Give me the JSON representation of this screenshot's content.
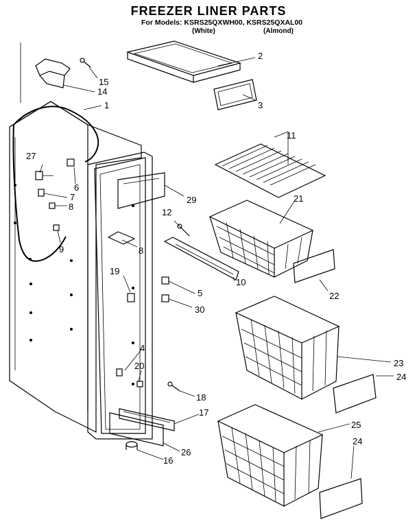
{
  "header": {
    "title": "FREEZER LINER PARTS",
    "models_line": "For Models: KSRS25QXWH00, KSRS25QXAL00",
    "variant_white": "(White)",
    "variant_almond": "(Almond)"
  },
  "callouts": [
    "1",
    "2",
    "3",
    "4",
    "5",
    "6",
    "7",
    "8",
    "8",
    "9",
    "10",
    "11",
    "12",
    "14",
    "15",
    "16",
    "17",
    "18",
    "19",
    "20",
    "21",
    "22",
    "23",
    "24",
    "24",
    "25",
    "26",
    "27",
    "29",
    "30"
  ]
}
